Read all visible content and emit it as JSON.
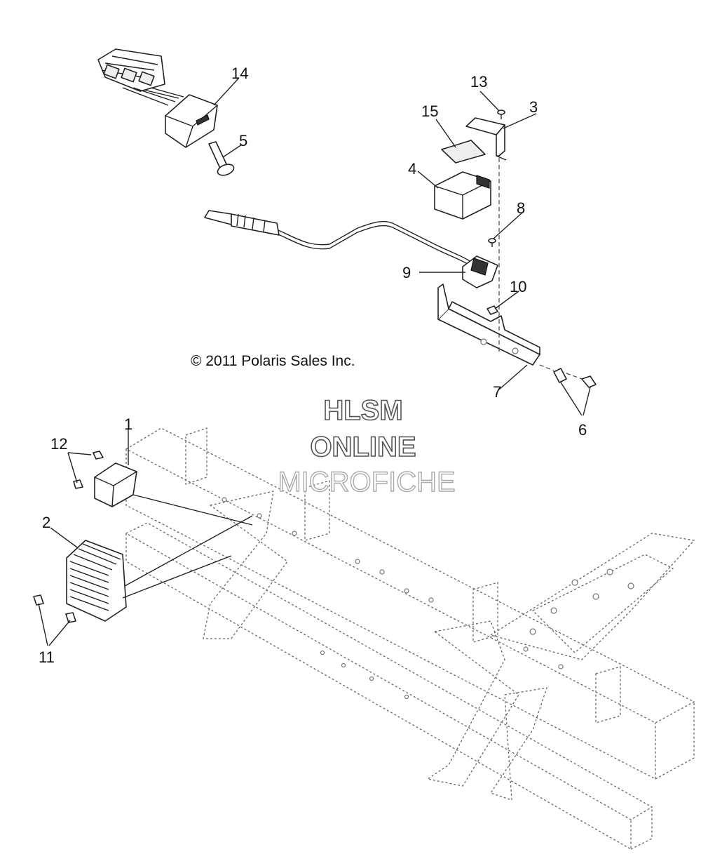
{
  "copyright": "© 2011 Polaris Sales Inc.",
  "watermark": {
    "line1": "HLSM",
    "line2": "ONLINE",
    "line3": "MICROFICHE"
  },
  "callouts": {
    "c1": "1",
    "c2": "2",
    "c3": "3",
    "c4": "4",
    "c5": "5",
    "c6": "6",
    "c7": "7",
    "c8": "8",
    "c9": "9",
    "c10": "10",
    "c11": "11",
    "c12": "12",
    "c13": "13",
    "c14": "14",
    "c15": "15"
  }
}
